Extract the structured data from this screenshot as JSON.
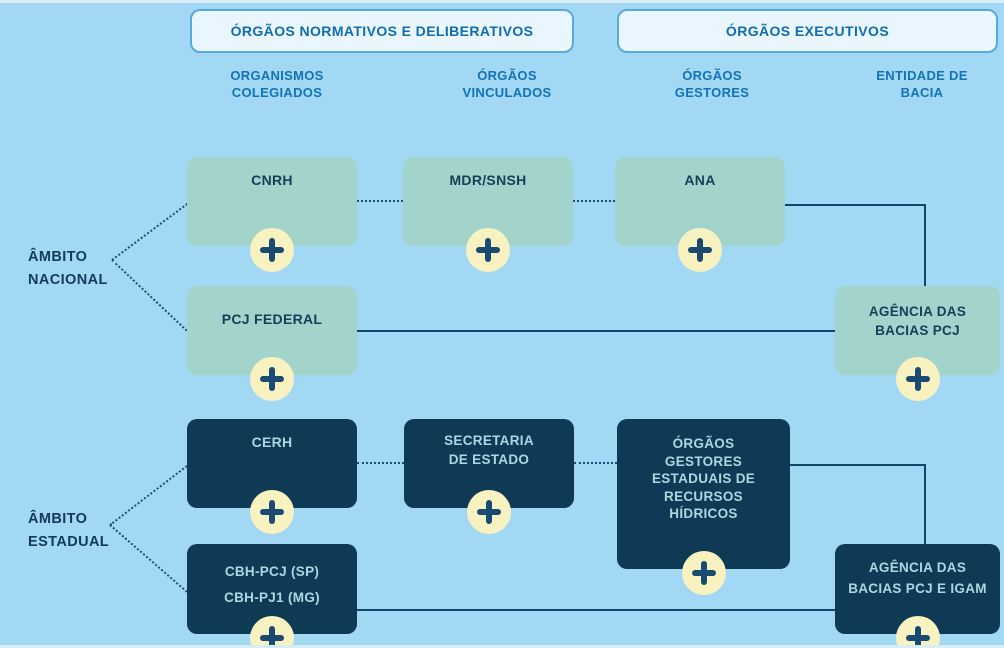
{
  "headers": {
    "normative": "ÓRGÃOS NORMATIVOS E DELIBERATIVOS",
    "executive": "ÓRGÃOS EXECUTIVOS"
  },
  "columns": [
    {
      "label": "ORGANISMOS\nCOLEGIADOS"
    },
    {
      "label": "ÓRGÃOS\nVINCULADOS"
    },
    {
      "label": "ÓRGÃOS\nGESTORES"
    },
    {
      "label": "ENTIDADE DE\nBACIA"
    }
  ],
  "scopes": [
    {
      "label": "ÂMBITO\nNACIONAL"
    },
    {
      "label": "ÂMBITO\nESTADUAL"
    }
  ],
  "nodes": {
    "cnrh": {
      "label": "CNRH"
    },
    "mdr": {
      "label": "MDR/SNSH"
    },
    "ana": {
      "label": "ANA"
    },
    "pcj_federal": {
      "label": "PCJ FEDERAL"
    },
    "agencia_pcj": {
      "label": "AGÊNCIA DAS\nBACIAS PCJ"
    },
    "cerh": {
      "label": "CERH"
    },
    "secretaria": {
      "label": "SECRETARIA\nDE ESTADO"
    },
    "orgaos_gestores": {
      "label": "ÓRGÃOS\nGESTORES\nESTADUAIS DE\nRECURSOS\nHÍDRICOS"
    },
    "cbh": {
      "label": "CBH-PCJ (SP)\nCBH-PJ1 (MG)"
    },
    "agencia_igam": {
      "label": "AGÊNCIA DAS\nBACIAS PCJ E IGAM"
    }
  },
  "colors": {
    "background": "#a3d8f4",
    "teal_box": "#a3d4cc",
    "navy_box": "#0e3a55",
    "plus_circle": "#f8f2c0",
    "plus_sign": "#1a4a72",
    "line": "#14436b",
    "header_fill": "#e9f6fd",
    "header_border": "#58a9dd",
    "header_text": "#0f6cb0",
    "column_text": "#1273b6"
  }
}
